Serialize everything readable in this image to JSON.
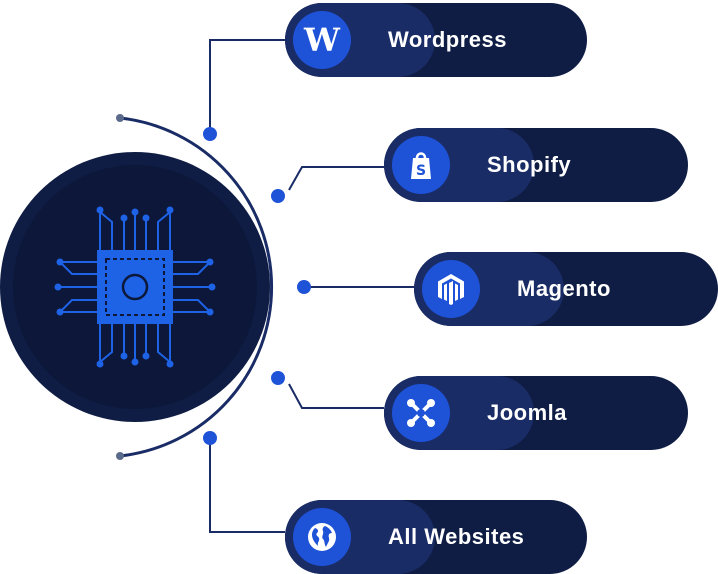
{
  "platforms": [
    {
      "label": "Wordpress",
      "icon": "wordpress-icon"
    },
    {
      "label": "Shopify",
      "icon": "shopify-icon"
    },
    {
      "label": "Magento",
      "icon": "magento-icon"
    },
    {
      "label": "Joomla",
      "icon": "joomla-icon"
    },
    {
      "label": "All Websites",
      "icon": "globe-icon"
    }
  ],
  "wordpress_glyph": "W",
  "colors": {
    "pill_bg": "#0f1d45",
    "accent": "#1e53d8",
    "line": "#1a2c66",
    "hub": "#0f1d45"
  }
}
